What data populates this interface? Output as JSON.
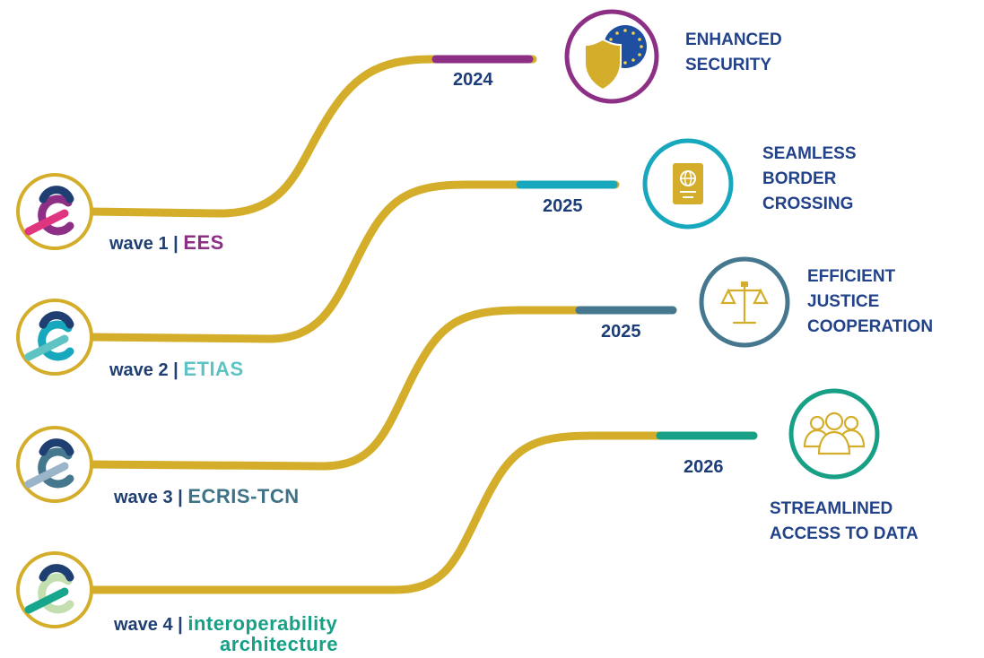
{
  "colors": {
    "gold": "#d4ae2a",
    "navy": "#1f3f73",
    "ees": "#8e2f86",
    "etias": "#5fc3c3",
    "ecris": "#3e7287",
    "interop": "#17a085",
    "pink": "#e0357f",
    "slate": "#9ab5c9",
    "green_light": "#c3dfb0",
    "teal_dark": "#17a58c",
    "ring_purple": "#8e2f86",
    "ring_cyan": "#17a8bd",
    "ring_steel": "#45788f",
    "ring_green": "#17a085"
  },
  "waves": [
    {
      "label": "wave 1 | ",
      "system": "EES",
      "system_color": "#8e2f86"
    },
    {
      "label": "wave 2 | ",
      "system": "ETIAS",
      "system_color": "#5fc3c3"
    },
    {
      "label": "wave 3 | ",
      "system": "ECRIS-TCN",
      "system_color": "#3e7287"
    },
    {
      "label": "wave 4 | ",
      "system": "interoperability",
      "system_line2": "architecture",
      "system_color": "#17a085"
    }
  ],
  "milestones": [
    {
      "year": "2024",
      "segment_color": "#8e2f86"
    },
    {
      "year": "2025",
      "segment_color": "#17a8bd"
    },
    {
      "year": "2025",
      "segment_color": "#45788f"
    },
    {
      "year": "2026",
      "segment_color": "#17a085"
    }
  ],
  "benefits": [
    {
      "icon": "eu-shield-icon",
      "lines": [
        "ENHANCED",
        "SECURITY"
      ],
      "ring_color": "#8e2f86"
    },
    {
      "icon": "passport-icon",
      "lines": [
        "SEAMLESS",
        "BORDER",
        "CROSSING"
      ],
      "ring_color": "#17a8bd"
    },
    {
      "icon": "scales-icon",
      "lines": [
        "EFFICIENT",
        "JUSTICE",
        "COOPERATION"
      ],
      "ring_color": "#45788f"
    },
    {
      "icon": "people-group-icon",
      "lines": [
        "STREAMLINED",
        "ACCESS TO DATA"
      ],
      "ring_color": "#17a085"
    }
  ]
}
